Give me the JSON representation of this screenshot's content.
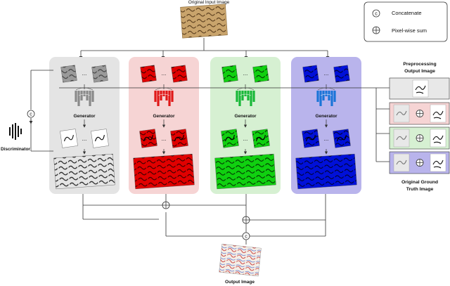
{
  "labels": {
    "input_title": "Original Input Image",
    "output_title": "Output Image",
    "discriminator": "Discriminator",
    "generator": "Generator",
    "preproc_line1": "Preprocessing",
    "preproc_line2": "Output Image",
    "gt_line1": "Original Ground",
    "gt_line2": "Truth Image",
    "ellipsis": "...",
    "concat_symbol": "c"
  },
  "legend": {
    "concatenate": "Concatenate",
    "pixelwise": "Pixel-wise sum"
  },
  "colors": {
    "panel_gray": "#e4e4e4",
    "panel_red": "#f6d4d4",
    "panel_green": "#d6f0d2",
    "panel_blue": "#b9b4ec",
    "gen_gray": "#8a8a8a",
    "gen_red": "#e01818",
    "gen_green": "#18b838",
    "gen_blue": "#1a74d8",
    "ink_red": "#c00000",
    "ink_green": "#00b000",
    "ink_blue": "#0010c0",
    "parchment": "#c9a46c",
    "line": "#333333"
  },
  "icons": [
    "concatenate-icon",
    "pixel-sum-icon",
    "discriminator-icon",
    "generator-icon"
  ]
}
